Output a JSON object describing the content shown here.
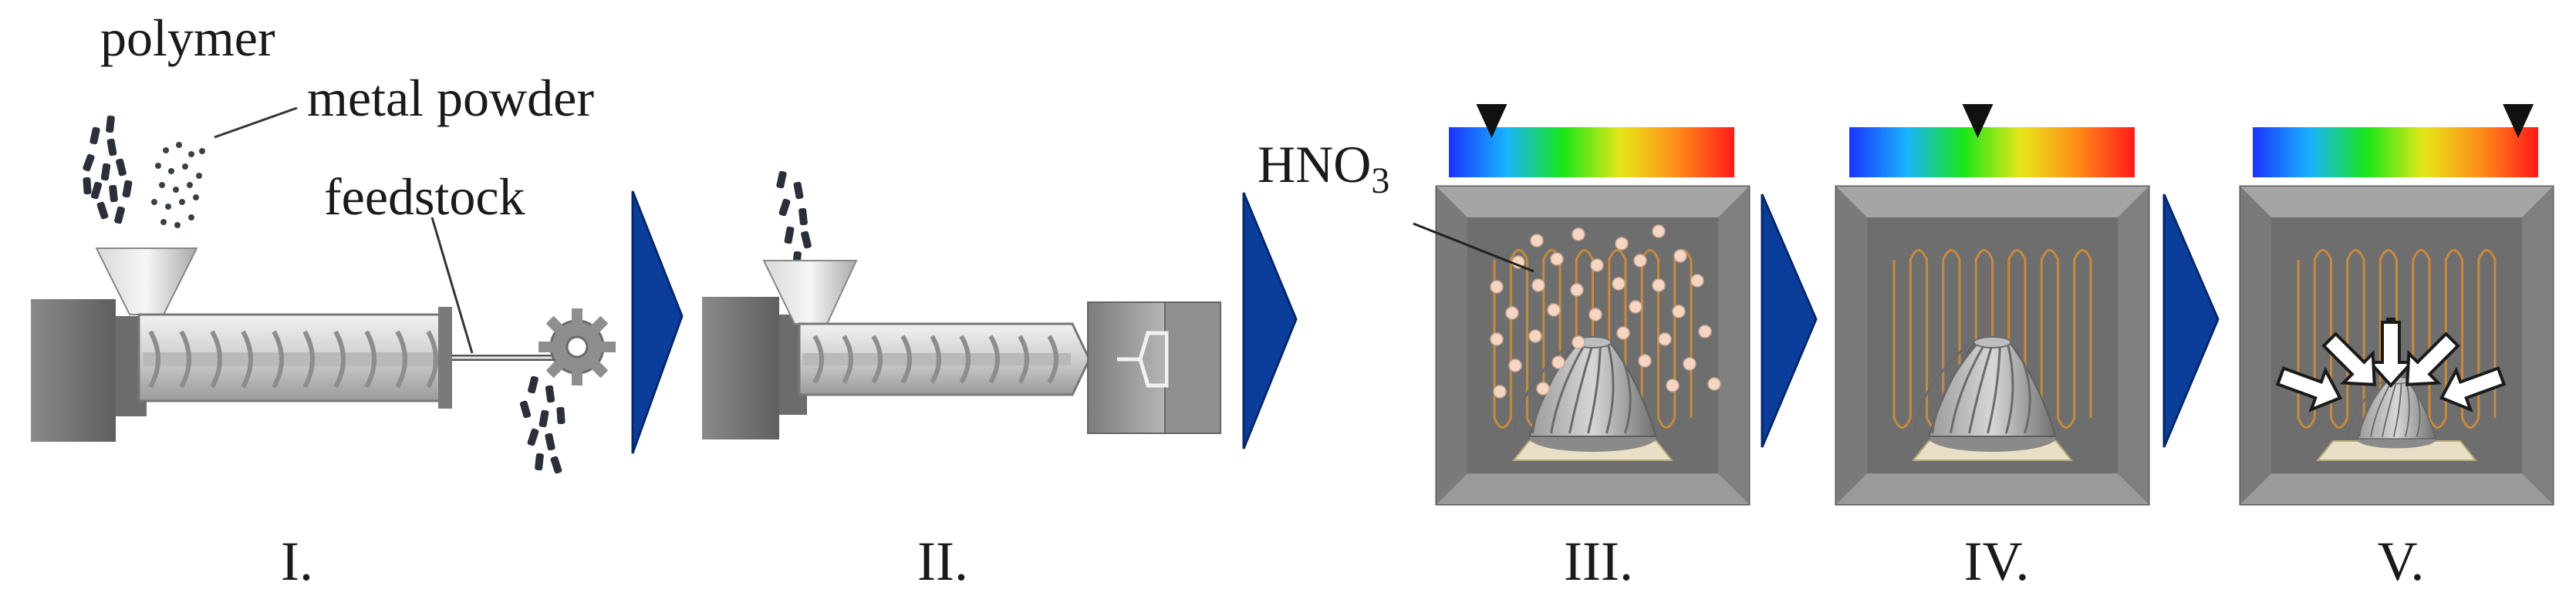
{
  "labels": {
    "polymer": "polymer",
    "metal_powder": "metal powder",
    "feedstock": "feedstock",
    "hno3_main": "HNO",
    "hno3_sub": "3"
  },
  "stages": [
    {
      "numeral": "I."
    },
    {
      "numeral": "II."
    },
    {
      "numeral": "III."
    },
    {
      "numeral": "IV."
    },
    {
      "numeral": "V."
    }
  ],
  "temperature_scale": {
    "colors": [
      "#1a33ff",
      "#19b2ff",
      "#19e619",
      "#e6e619",
      "#ff8c19",
      "#ff1a1a"
    ],
    "indicator_levels": [
      0.15,
      0.45,
      0.93
    ]
  },
  "colors": {
    "arrow": "#0a3e9a",
    "arrow_edge": "#06276a",
    "machine_dark": "#808080",
    "machine_light": "#c9c9c9",
    "furnace_outer": "#8c8c8c",
    "furnace_inner": "#6e6e6e",
    "heater_coil": "#c78a3c",
    "acid_dot": "#f6d5c3",
    "base_plate": "#e8dfc6"
  }
}
